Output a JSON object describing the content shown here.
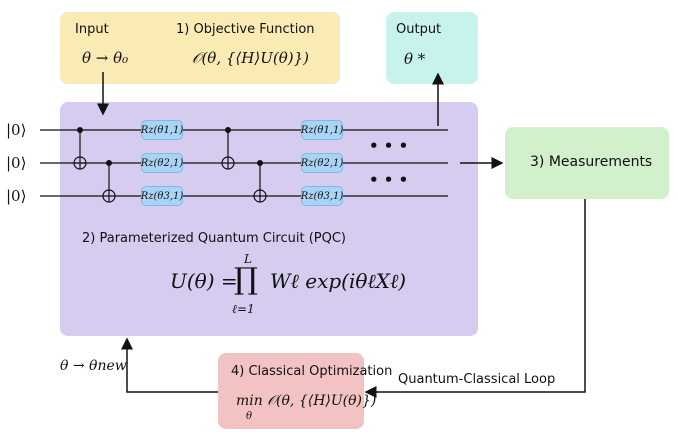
{
  "input": {
    "title": "Input",
    "formula": "θ → θ₀"
  },
  "objective": {
    "title": "1) Objective Function",
    "formula": "𝒪(θ, {⟨H⟩U(θ)})"
  },
  "output": {
    "title": "Output",
    "formula": "θ *"
  },
  "circuit": {
    "inputs": [
      "|0⟩",
      "|0⟩",
      "|0⟩"
    ],
    "gates_col1": [
      "Rz(θ1,1)",
      "Rz(θ2,1)",
      "Rz(θ3,1)"
    ],
    "gates_col2": [
      "Rz(θ1,1)",
      "Rz(θ2,1)",
      "Rz(θ3,1)"
    ],
    "ellipsis": "• • •",
    "title": "2)  Parameterized Quantum Circuit (PQC)",
    "equation_lhs": "U(θ) =",
    "product_upper": "L",
    "product_lower": "ℓ=1",
    "equation_rhs": "Wℓ exp(iθℓXℓ)"
  },
  "measurements": {
    "title": "3) Measurements"
  },
  "optimization": {
    "title": "4) Classical Optimization",
    "formula": "min 𝒪(θ, {⟨H⟩U(θ)})",
    "min_sub": "θ"
  },
  "update_label": "θ → θnew",
  "loop_label": "Quantum-Classical Loop",
  "colors": {
    "input_box": "#faeab4",
    "output_box": "#c8f3ec",
    "circuit_box": "#d5ccf0",
    "measure_box": "#d3f0cc",
    "optim_box": "#f3c3c3",
    "gate": "#a9d4f5"
  }
}
